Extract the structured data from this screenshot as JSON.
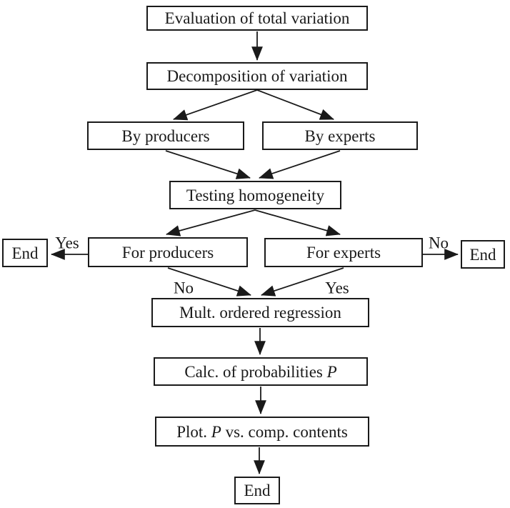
{
  "diagram": {
    "type": "flowchart",
    "colors": {
      "line": "#1a1a1a",
      "background": "#ffffff",
      "box_fill": "#ffffff"
    },
    "nodes": {
      "evaluation": {
        "label": "Evaluation of total variation"
      },
      "decomposition": {
        "label": "Decomposition of variation"
      },
      "by_producers": {
        "label": "By producers"
      },
      "by_experts": {
        "label": "By experts"
      },
      "testing_homogeneity": {
        "label": "Testing homogeneity"
      },
      "end_left": {
        "label": "End"
      },
      "for_producers": {
        "label": "For producers"
      },
      "for_experts": {
        "label": "For experts"
      },
      "end_right": {
        "label": "End"
      },
      "mult_ordered_regression": {
        "label": "Mult. ordered regression"
      },
      "calc_probabilities": {
        "prefix": "Calc. of probabilities ",
        "var": "P"
      },
      "plot_p": {
        "prefix": "Plot. ",
        "var": "P",
        "suffix": " vs. comp. contents"
      },
      "end_bottom": {
        "label": "End"
      }
    },
    "edge_labels": {
      "for_producers_yes": "Yes",
      "for_producers_no": "No",
      "for_experts_no": "No",
      "for_experts_yes": "Yes"
    }
  }
}
